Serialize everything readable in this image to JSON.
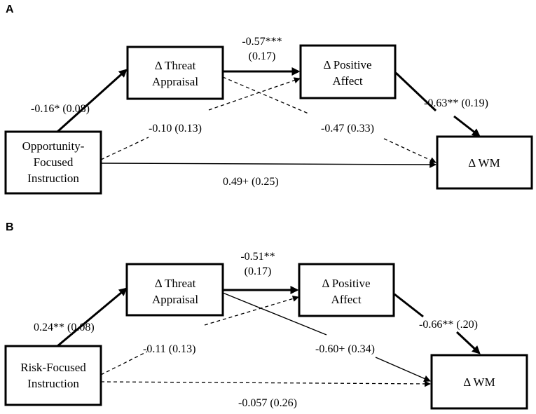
{
  "panels": [
    {
      "letter": "A",
      "predictor": [
        "Opportunity-",
        "Focused",
        "Instruction"
      ],
      "mediator1": [
        "Δ Threat",
        "Appraisal"
      ],
      "mediator2": [
        "Δ Positive",
        "Affect"
      ],
      "outcome": [
        "Δ WM"
      ],
      "paths": {
        "pred_to_m1": "-0.16* (0.08)",
        "m1_to_m2": [
          "-0.57***",
          "(0.17)"
        ],
        "m2_to_out": "-0.63** (0.19)",
        "pred_to_m2": "-0.10 (0.13)",
        "m1_to_out": "-0.47 (0.33)",
        "pred_to_out": "0.49+ (0.25)"
      }
    },
    {
      "letter": "B",
      "predictor": [
        "Risk-Focused",
        "Instruction"
      ],
      "mediator1": [
        "Δ Threat",
        "Appraisal"
      ],
      "mediator2": [
        "Δ Positive",
        "Affect"
      ],
      "outcome": [
        "Δ WM"
      ],
      "paths": {
        "pred_to_m1": "0.24** (0.08)",
        "m1_to_m2": [
          "-0.51**",
          "(0.17)"
        ],
        "m2_to_out": "-0.66** (.20)",
        "pred_to_m2": "-0.11 (0.13)",
        "m1_to_out": "-0.60+ (0.34)",
        "pred_to_out": "-0.057 (0.26)"
      }
    }
  ]
}
